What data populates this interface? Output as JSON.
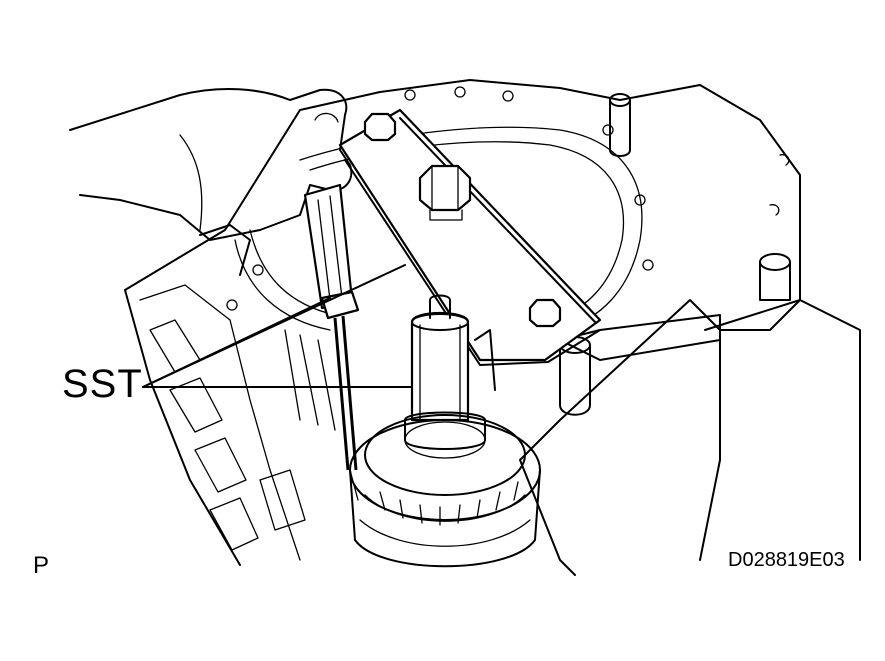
{
  "figure": {
    "callout_label": "SST",
    "view_marker": "P",
    "figure_code": "D028819E03"
  },
  "colors": {
    "ink": "#000000",
    "background": "#ffffff"
  }
}
